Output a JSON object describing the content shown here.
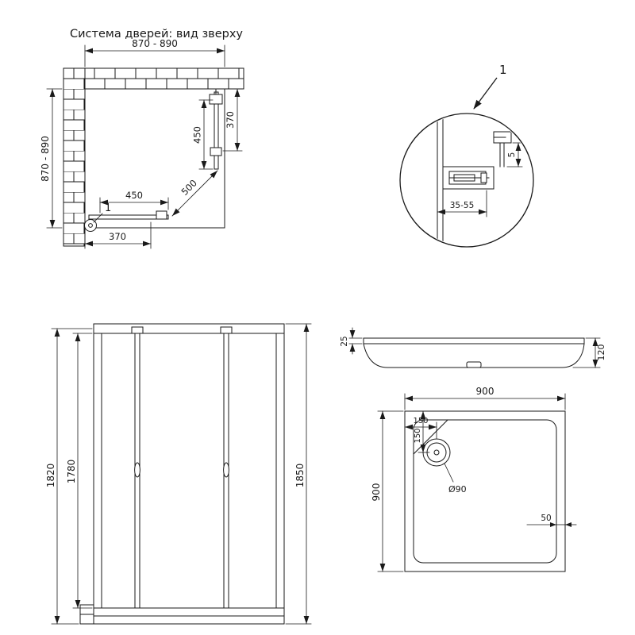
{
  "title": "Система дверей: вид зверху",
  "top_view": {
    "dim_width_top": "870 - 890",
    "dim_height_left": "870 - 890",
    "dim_panel_right_outer": "370",
    "dim_panel_right_inner": "450",
    "dim_door_bottom": "450",
    "dim_diagonal_opening": "500",
    "dim_opening_bottom": "370",
    "callout_label": "1"
  },
  "detail_view": {
    "callout_label": "1",
    "dim_adjustment": "35-55",
    "dim_gap": "5"
  },
  "front_view": {
    "dim_height_frame": "1820",
    "dim_height_glass": "1780",
    "dim_height_total": "1850"
  },
  "tray_side_view": {
    "dim_rim_height": "25",
    "dim_total_height": "120"
  },
  "tray_top_view": {
    "dim_width": "900",
    "dim_drain_offset_x": "150",
    "dim_drain_offset_y": "150",
    "drain_diameter_label": "Ø90",
    "dim_depth": "900",
    "dim_rim_width": "50"
  },
  "colors": {
    "line": "#1a1a1a",
    "background": "#ffffff"
  }
}
